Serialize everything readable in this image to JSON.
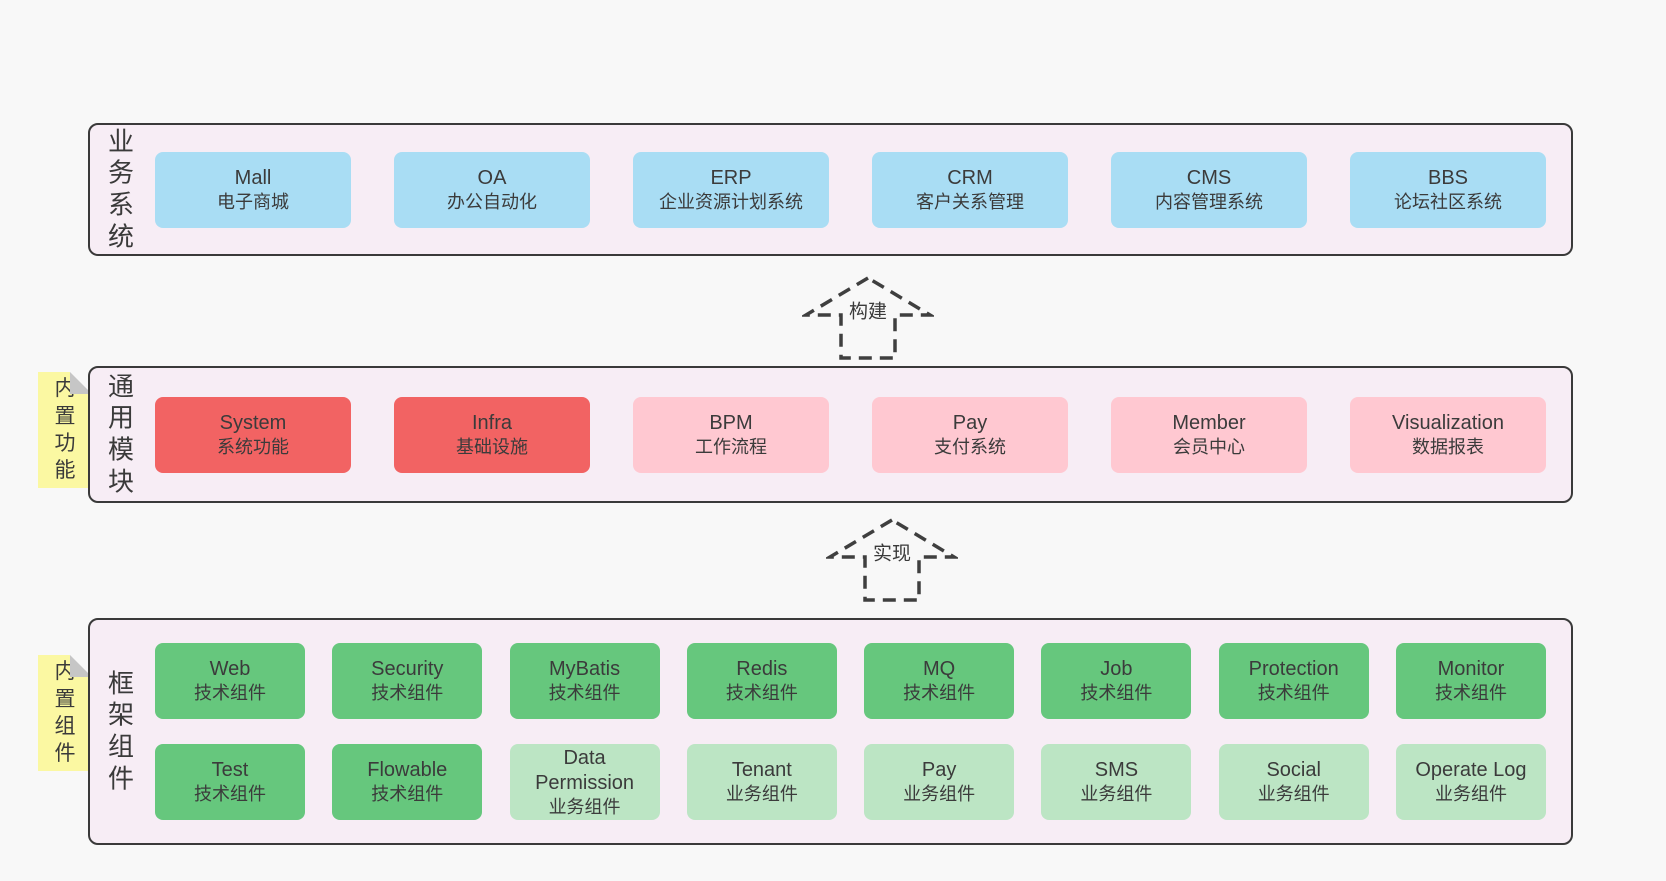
{
  "colors": {
    "page_bg": "#f8f8f8",
    "panel_bg": "#f7edf5",
    "panel_border": "#3a3a3a",
    "text": "#3b3b3b",
    "blue": "#a9ddf4",
    "red": "#f26363",
    "pink": "#ffc8d1",
    "green": "#66c77d",
    "light_green": "#bce5c4",
    "note_yellow": "#fbf8a2",
    "note_fold": "#c6c6c6",
    "arrow_stroke": "#3f3f3f"
  },
  "layers": [
    {
      "id": "business",
      "side_label": "业务系统",
      "rows": [
        [
          {
            "title": "Mall",
            "subtitle": "电子商城",
            "color": "blue"
          },
          {
            "title": "OA",
            "subtitle": "办公自动化",
            "color": "blue"
          },
          {
            "title": "ERP",
            "subtitle": "企业资源计划系统",
            "color": "blue"
          },
          {
            "title": "CRM",
            "subtitle": "客户关系管理",
            "color": "blue"
          },
          {
            "title": "CMS",
            "subtitle": "内容管理系统",
            "color": "blue"
          },
          {
            "title": "BBS",
            "subtitle": "论坛社区系统",
            "color": "blue"
          }
        ]
      ]
    },
    {
      "id": "common",
      "side_label": "通用模块",
      "note": "内置功能",
      "rows": [
        [
          {
            "title": "System",
            "subtitle": "系统功能",
            "color": "red"
          },
          {
            "title": "Infra",
            "subtitle": "基础设施",
            "color": "red"
          },
          {
            "title": "BPM",
            "subtitle": "工作流程",
            "color": "pink"
          },
          {
            "title": "Pay",
            "subtitle": "支付系统",
            "color": "pink"
          },
          {
            "title": "Member",
            "subtitle": "会员中心",
            "color": "pink"
          },
          {
            "title": "Visualization",
            "subtitle": "数据报表",
            "color": "pink"
          }
        ]
      ]
    },
    {
      "id": "framework",
      "side_label": "框架组件",
      "note": "内置组件",
      "rows": [
        [
          {
            "title": "Web",
            "subtitle": "技术组件",
            "color": "green"
          },
          {
            "title": "Security",
            "subtitle": "技术组件",
            "color": "green"
          },
          {
            "title": "MyBatis",
            "subtitle": "技术组件",
            "color": "green"
          },
          {
            "title": "Redis",
            "subtitle": "技术组件",
            "color": "green"
          },
          {
            "title": "MQ",
            "subtitle": "技术组件",
            "color": "green"
          },
          {
            "title": "Job",
            "subtitle": "技术组件",
            "color": "green"
          },
          {
            "title": "Protection",
            "subtitle": "技术组件",
            "color": "green"
          },
          {
            "title": "Monitor",
            "subtitle": "技术组件",
            "color": "green"
          }
        ],
        [
          {
            "title": "Test",
            "subtitle": "技术组件",
            "color": "green"
          },
          {
            "title": "Flowable",
            "subtitle": "技术组件",
            "color": "green"
          },
          {
            "title": "Data Permission",
            "subtitle": "业务组件",
            "color": "light_green"
          },
          {
            "title": "Tenant",
            "subtitle": "业务组件",
            "color": "light_green"
          },
          {
            "title": "Pay",
            "subtitle": "业务组件",
            "color": "light_green"
          },
          {
            "title": "SMS",
            "subtitle": "业务组件",
            "color": "light_green"
          },
          {
            "title": "Social",
            "subtitle": "业务组件",
            "color": "light_green"
          },
          {
            "title": "Operate Log",
            "subtitle": "业务组件",
            "color": "light_green"
          }
        ]
      ]
    }
  ],
  "arrows": [
    {
      "label": "构建"
    },
    {
      "label": "实现"
    }
  ]
}
